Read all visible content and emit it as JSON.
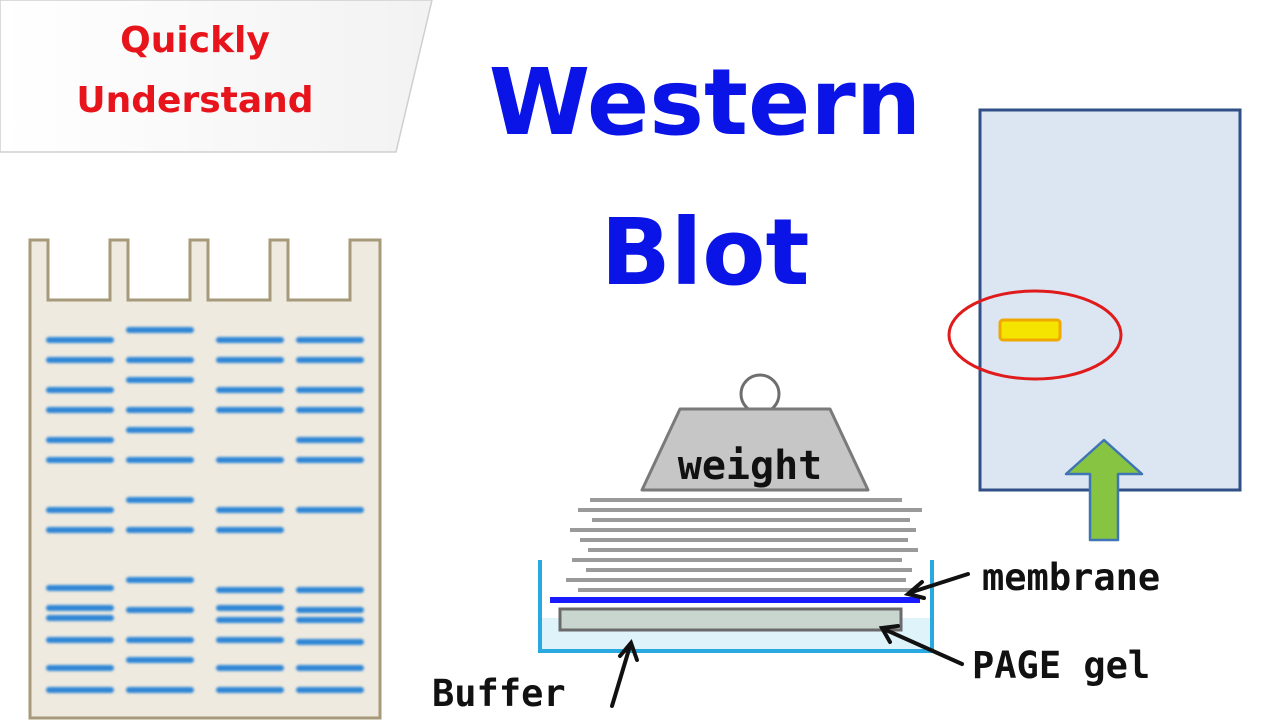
{
  "banner": {
    "line1": "Quickly",
    "line2": "Understand"
  },
  "title": {
    "line1": "Western",
    "line2": "Blot"
  },
  "apparatus": {
    "weight_label": "weight",
    "labels": {
      "membrane": "membrane",
      "page_gel": "PAGE gel",
      "buffer": "Buffer"
    }
  },
  "colors": {
    "banner_text": "#e8141b",
    "title_text": "#0a14e6",
    "gel_fill": "#efeadf",
    "gel_border": "#a69a7a",
    "band": "#2f86d6",
    "membrane_line": "#1a1aff",
    "membrane_panel": "#dce6f2",
    "highlight_band": "#f5e400",
    "highlight_circle": "#e01b1b",
    "arrow_green": "#86c441",
    "weight_fill": "#c6c6c6",
    "paper_lines": "#9a9a9a",
    "buffer_fill": "#dff3fb",
    "tank_border": "#2aa9e0"
  }
}
